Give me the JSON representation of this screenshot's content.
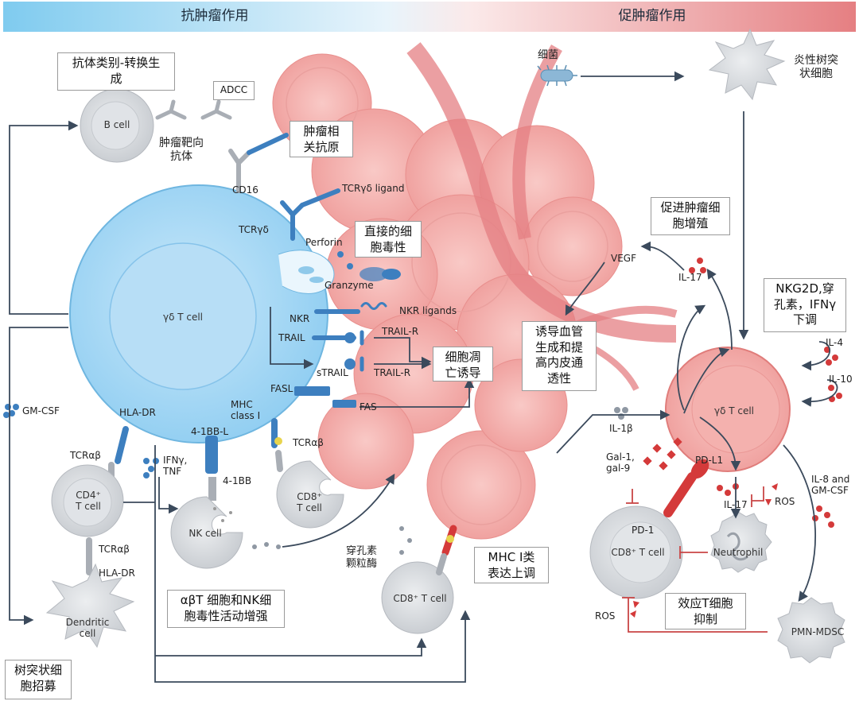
{
  "header": {
    "left_title": "抗肿瘤作用",
    "right_title": "促肿瘤作用",
    "left_color": "#8fd3f0",
    "right_color": "#e8878a"
  },
  "colors": {
    "gd_cell": "#a8d8f5",
    "tumor": "#f6b6b4",
    "receptor": "#3d7fbf",
    "red_mark": "#d43a3a",
    "arrow": "#3b4a5c",
    "grey_cell": "#d6d8dc"
  },
  "boxes": {
    "class_switch": [
      "抗体类别-转换生",
      "成"
    ],
    "adcc": "ADCC",
    "tumor_antigen": [
      "肿瘤相",
      "关抗原"
    ],
    "direct_cytotox": [
      "直接的细",
      "胞毒性"
    ],
    "apoptosis": [
      "细胞凋",
      "亡诱导"
    ],
    "angiogenesis": [
      "诱导血管",
      "生成和提",
      "高内皮通",
      "透性"
    ],
    "promote_prolif": [
      "促进肿瘤细",
      "胞增殖"
    ],
    "nkg2d_down": [
      "NKG2D,穿",
      "孔素，IFNγ",
      "下调"
    ],
    "mhc_up": [
      "MHC Ⅰ类",
      "表达上调"
    ],
    "enhance_activity": [
      "αβT 细胞和NK细",
      "胞毒性活动增强"
    ],
    "effector_suppress": [
      "效应T细胞",
      "抑制"
    ],
    "dc_recruit": [
      "树突状细",
      "胞招募"
    ]
  },
  "labels": {
    "tumor_target_ab": [
      "肿瘤靶向",
      "抗体"
    ],
    "cd16": "CD16",
    "tcrgd_ligand": "TCRγδ ligand",
    "tcrgd": "TCRγδ",
    "perforin": "Perforin",
    "granzyme": "Granzyme",
    "nkr_ligands": "NKR ligands",
    "nkr": "NKR",
    "trail": "TRAIL",
    "trail_r1": "TRAIL-R",
    "strail": "sTRAIL",
    "trail_r2": "TRAIL-R",
    "fasl": "FASL",
    "fas": "FAS",
    "mhc_class_i": [
      "MHC",
      "class I"
    ],
    "tcrab_cd8": "TCRαβ",
    "hla_dr_top": "HLA-DR",
    "tcrab_cd4": "TCRαβ",
    "fourbbl": "4-1BB-L",
    "ifng_tnf": [
      "IFNγ,",
      "TNF"
    ],
    "fourbb": "4-1BB",
    "gm_csf_left": "GM-CSF",
    "tcrab_low": "TCRαβ",
    "hla_dr_low": "HLA-DR",
    "perforin_granzyme_cn": [
      "穿孔素",
      "颗粒酶"
    ],
    "bacteria": "细菌",
    "inflam_dc": [
      "炎性树突",
      "状细胞"
    ],
    "vegf": "VEGF",
    "il17_top": "IL-17",
    "il4": "IL-4",
    "il10": "IL-10",
    "il1b": "IL-1β",
    "gal": [
      "Gal-1,",
      "gal-9"
    ],
    "pdl1": "PD-L1",
    "il17_low": "IL-17",
    "ros_right": "ROS",
    "il8_gmcsf": [
      "IL-8 and",
      "GM-CSF"
    ],
    "pd1": "PD-1",
    "ros_left": "ROS"
  },
  "cells": {
    "b_cell": "B cell",
    "gd_left": "γδ T cell",
    "cd4": [
      "CD4⁺",
      "T cell"
    ],
    "nk": "NK cell",
    "cd8_mid": [
      "CD8⁺",
      "T cell"
    ],
    "cd8_low": "CD8⁺ T cell",
    "dendritic": [
      "Dendritic",
      "cell"
    ],
    "gd_right": "γδ T cell",
    "cd8_right": "CD8⁺ T cell",
    "neutrophil": "Neutrophil",
    "pmn_mdsc": "PMN-MDSC"
  }
}
